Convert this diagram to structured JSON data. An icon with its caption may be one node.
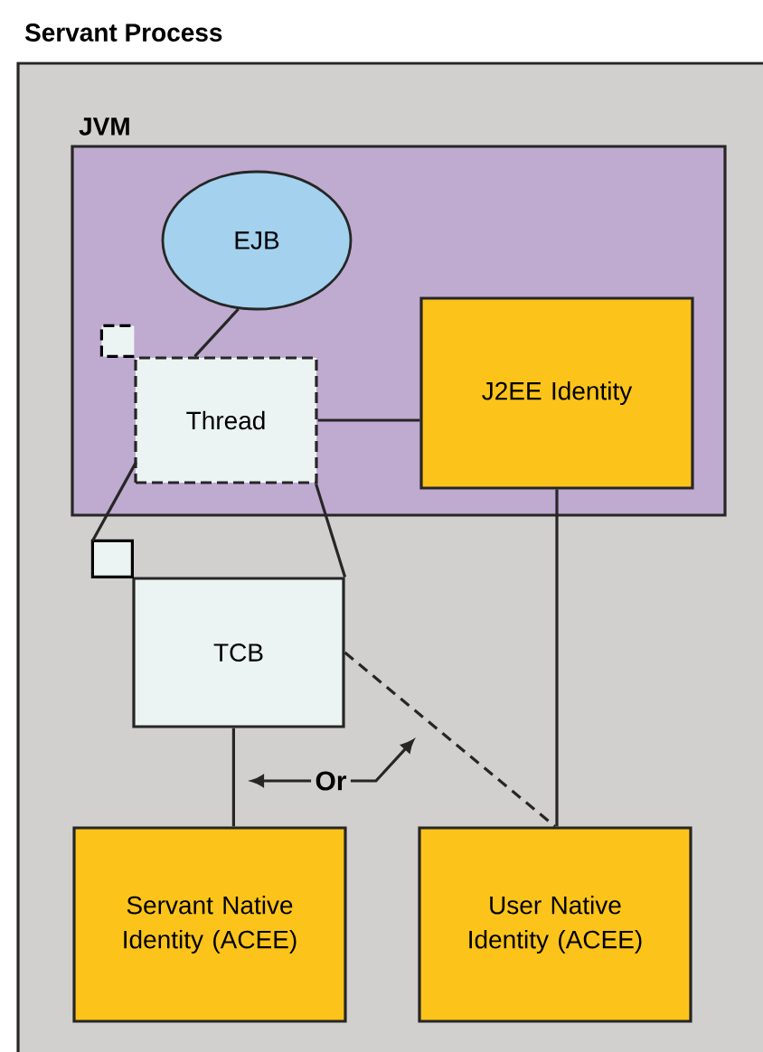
{
  "diagram": {
    "nodes": [
      {
        "text": [
          "Servant Process"
        ]
      },
      {
        "text": [
          "JVM"
        ],
        "in": 0
      },
      {
        "text": [
          "EJB"
        ],
        "in": 1
      },
      {
        "text": [
          "Thread"
        ],
        "in": 1
      },
      {
        "text": [
          "J2EE Identity"
        ],
        "in": 1
      },
      {
        "text": [
          "TCB"
        ],
        "in": 0
      },
      {
        "text": [
          "Servant Native Identity (ACEE)"
        ],
        "in": 0
      },
      {
        "text": [
          "User Native Identity (ACEE)"
        ],
        "in": 0
      },
      {
        "text": [
          "Or"
        ],
        "in": 0
      }
    ],
    "edges": [
      {
        "from": 2,
        "to": 3,
        "arrow": "none"
      },
      {
        "from": 3,
        "to": 4,
        "arrow": "none"
      },
      {
        "from": 4,
        "to": 7,
        "arrow": "none"
      },
      {
        "from": 5,
        "to": 6,
        "arrow": "none"
      },
      {
        "from": 5,
        "to": 7,
        "arrow": "none",
        "style": "dashed"
      },
      {
        "from": 3,
        "to": 5,
        "arrow": "none"
      },
      {
        "from": 3,
        "to": 5,
        "arrow": "none"
      },
      {
        "from": 8,
        "to": null,
        "arrow": "to"
      },
      {
        "from": 8,
        "to": null,
        "arrow": "to"
      }
    ]
  }
}
